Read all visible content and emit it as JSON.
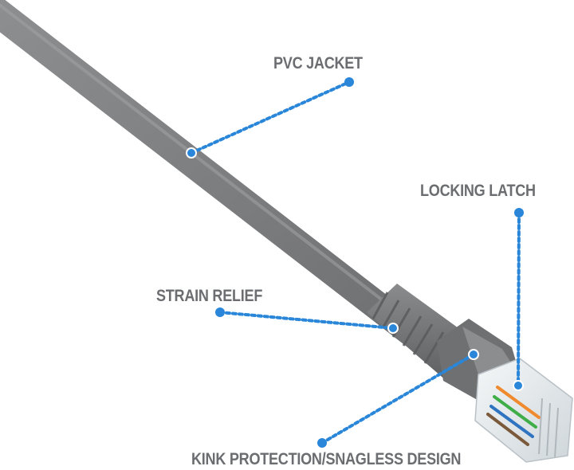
{
  "labels": {
    "pvc_jacket": "PVC JACKET",
    "locking_latch": "LOCKING LATCH",
    "strain_relief": "STRAIN RELIEF",
    "kink_protection": "KINK PROTECTION/SNAGLESS DESIGN"
  },
  "colors": {
    "callout": "#2a86d8",
    "label_text": "#6b6d70",
    "cable": "#7c7d7f",
    "boot": "#727375",
    "plug": "#e6ecef"
  },
  "icons": {
    "callout_dot": "dot",
    "cable": "ethernet-cable",
    "connector": "rj45-plug"
  }
}
